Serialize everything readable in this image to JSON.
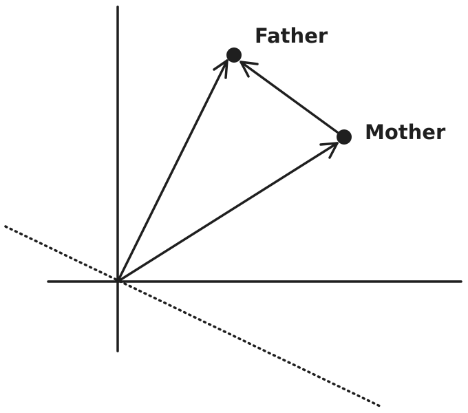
{
  "labels": {
    "father": "Father",
    "mother": "Mother"
  },
  "colors": {
    "ink": "#1f1f1f",
    "background": "#ffffff"
  },
  "line_styles": {
    "axes": "solid",
    "vectors": "solid-with-open-arrowheads",
    "reference_line": "dotted"
  }
}
